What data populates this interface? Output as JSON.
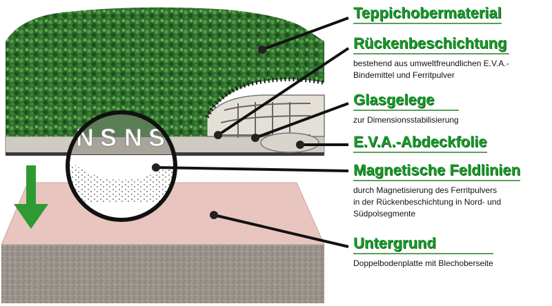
{
  "magnet_letters": [
    "N",
    "S",
    "N",
    "S"
  ],
  "labels": [
    {
      "heading": "Teppichobermaterial",
      "description": ""
    },
    {
      "heading": "Rückenbeschichtung",
      "description": "bestehend aus umweltfreundlichen E.V.A.-\nBindemittel und Ferritpulver"
    },
    {
      "heading": "Glasgelege",
      "description": "zur Dimensionsstabilisierung"
    },
    {
      "heading": "E.V.A.-Abdeckfolie",
      "description": ""
    },
    {
      "heading": "Magnetische Feldlinien",
      "description": "durch Magnetisierung des Ferritpulvers\nin der Rückenbeschichtung in Nord- und\nSüdpolsegmente"
    },
    {
      "heading": "Untergrund",
      "description": "Doppelbodenplatte mit Blechoberseite"
    }
  ],
  "colors": {
    "heading": "#1a9a2a",
    "carpet": "#3a7d36",
    "backing": "#d8d4cc",
    "floor_top": "#e8c5bf",
    "floor_side": "#9a948c",
    "arrow": "#2e9a32"
  }
}
